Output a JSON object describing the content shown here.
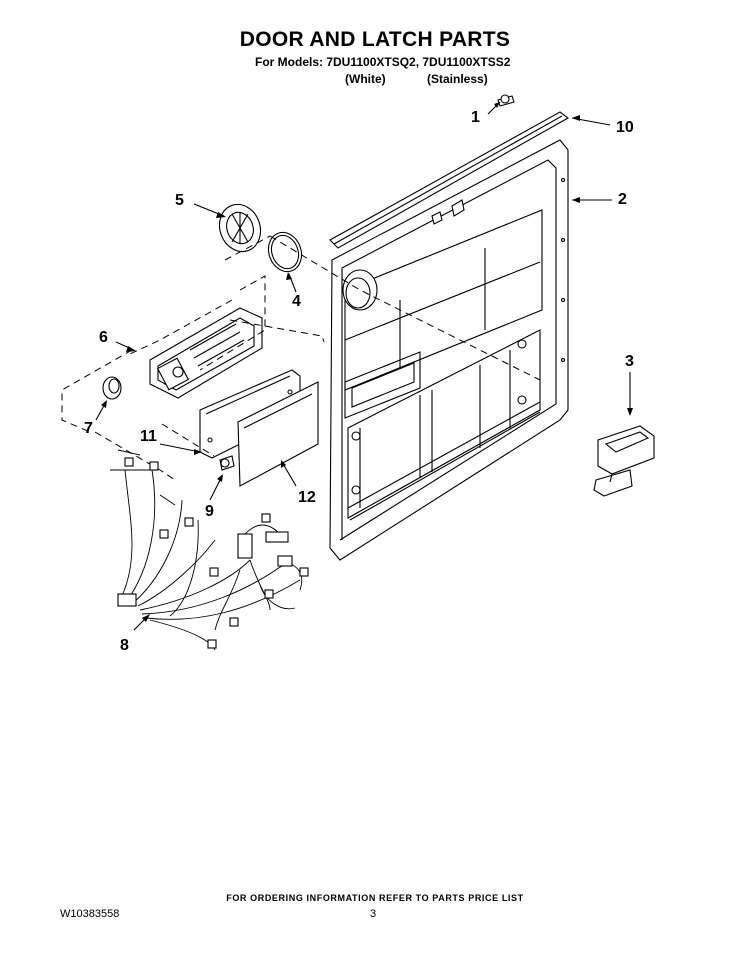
{
  "header": {
    "title": "DOOR AND LATCH PARTS",
    "models_line": "For Models: 7DU1100XTSQ2, 7DU1100XTSS2",
    "variant_white": "(White)",
    "variant_stainless": "(Stainless)"
  },
  "callouts": {
    "c1": "1",
    "c2": "2",
    "c3": "3",
    "c4": "4",
    "c5": "5",
    "c6": "6",
    "c7": "7",
    "c8": "8",
    "c9": "9",
    "c10": "10",
    "c11": "11",
    "c12": "12"
  },
  "footer": {
    "ordering_note": "FOR ORDERING INFORMATION REFER TO PARTS PRICE LIST",
    "doc_number": "W10383558",
    "page_number": "3"
  }
}
